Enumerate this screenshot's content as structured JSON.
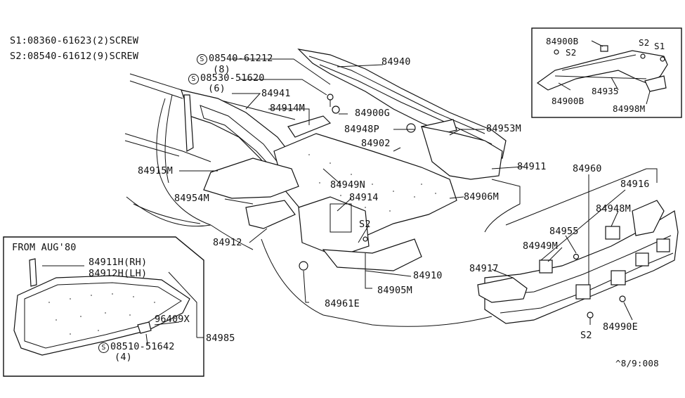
{
  "legend": {
    "s1": "S1:08360-61623(2)SCREW",
    "s2": "S2:08540-61612(9)SCREW"
  },
  "parts": {
    "p08540_61212": "08540-61212",
    "p08540_61212_qty": "(8)",
    "p08530_51620": "08530-51620",
    "p08530_51620_qty": "(6)",
    "p84940": "84940",
    "p84941": "84941",
    "p84914M": "84914M",
    "p84900G": "84900G",
    "p84948P": "84948P",
    "p84953M": "84953M",
    "p84902": "84902",
    "p84911": "84911",
    "p84915M": "84915M",
    "p84949N": "84949N",
    "p84914": "84914",
    "p84906M": "84906M",
    "p84954M": "84954M",
    "s2_main": "S2",
    "p84912": "84912",
    "p84910": "84910",
    "p84905M": "84905M",
    "p84961E": "84961E",
    "p84960": "84960",
    "p84916": "84916",
    "p84948M": "84948M",
    "p84955": "84955",
    "p84949M": "84949M",
    "p84917": "84917",
    "s2_panel": "S2",
    "p84990E": "84990E"
  },
  "inset_top": {
    "p84900B_a": "84900B",
    "s2_a": "S2",
    "s2_b": "S2",
    "s1": "S1",
    "p84935": "84935",
    "p84900B_b": "84900B",
    "p84998M": "84998M"
  },
  "inset_bottom": {
    "title": "FROM AUG'80",
    "p84911H": "84911H(RH)",
    "p84912H": "84912H(LH)",
    "p96409X": "96409X",
    "p08510_51642": "08510-51642",
    "p08510_51642_qty": "(4)",
    "p84985": "84985"
  },
  "screw_symbol": "S",
  "footer_code": "^8/9:008"
}
